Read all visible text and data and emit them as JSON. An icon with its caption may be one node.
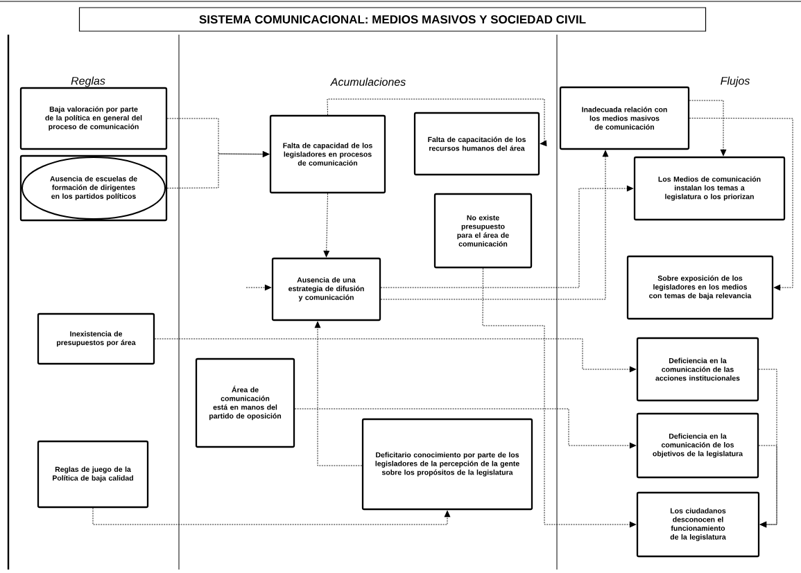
{
  "diagram": {
    "title": "SISTEMA COMUNICACIONAL: MEDIOS MASIVOS Y SOCIEDAD CIVIL",
    "nodes": [
      {
        "text": [
          "Baja valoración por parte de la política en general del proceso de comunicación"
        ]
      },
      {
        "text": [
          "Ausencia de escuelas de formación de dirigentes en los partidos políticos"
        ]
      },
      {
        "text": [
          "Inexistencia de presupuestos por área"
        ]
      },
      {
        "text": [
          "Reglas de juego de la Política de baja calidad"
        ]
      },
      {
        "text": [
          "Falta de capacidad de los legisladores en procesos de comunicación"
        ]
      },
      {
        "text": [
          "Falta de capacitación de los recursos humanos del área"
        ]
      },
      {
        "text": [
          "No existe presupuesto para el área de comunicación"
        ]
      },
      {
        "text": [
          "Ausencia de una estrategia de difusión y comunicación"
        ]
      },
      {
        "text": [
          "Área de comunicación está en manos del partido de oposición"
        ]
      },
      {
        "text": [
          "Deficitario conocimiento por parte de los legisladores de la percepción de la gente sobre los propósitos de la legislatura"
        ]
      },
      {
        "text": [
          "Inadecuada relación con los medios masivos de comunicación"
        ]
      },
      {
        "text": [
          "Los Medios de comunicación instalan los temas a legislatura o los priorizan"
        ]
      },
      {
        "text": [
          "Sobre exposición de los legisladores en los medios con temas de baja relevancia"
        ]
      },
      {
        "text": [
          "Deficiencia en la comunicación de las acciones institucionales"
        ]
      },
      {
        "text": [
          "Deficiencia en la comunicación de los objetivos de la legislatura"
        ]
      },
      {
        "text": [
          "Los ciudadanos desconocen el funcionamiento de la legislatura"
        ]
      }
    ],
    "edges": [
      {
        "from": 0,
        "to": 4,
        "arrow": "to"
      },
      {
        "from": 1,
        "to": 4,
        "arrow": "to"
      },
      {
        "from": 4,
        "to": 7,
        "arrow": "to"
      },
      {
        "from": 4,
        "to": 5,
        "arrow": "to"
      },
      {
        "from": 7,
        "to": 10,
        "arrow": "to"
      },
      {
        "from": 7,
        "to": 11,
        "arrow": "to"
      },
      {
        "from": 10,
        "to": 11,
        "arrow": "to"
      },
      {
        "from": 10,
        "to": 12,
        "arrow": "to"
      },
      {
        "from": 9,
        "to": 7,
        "arrow": "to"
      },
      {
        "from": 3,
        "to": 9,
        "arrow": "to"
      },
      {
        "from": 2,
        "to": 13,
        "arrow": "to"
      },
      {
        "from": 8,
        "to": 14,
        "arrow": "to"
      },
      {
        "from": 13,
        "to": 15,
        "arrow": "to"
      },
      {
        "from": 14,
        "to": 15,
        "arrow": "to"
      },
      {
        "from": 6,
        "to": 15,
        "arrow": "to"
      },
      {
        "from": null,
        "to": 7,
        "arrow": "to"
      }
    ],
    "labels": [
      "Reglas",
      "Acumulaciones",
      "Flujos"
    ]
  }
}
